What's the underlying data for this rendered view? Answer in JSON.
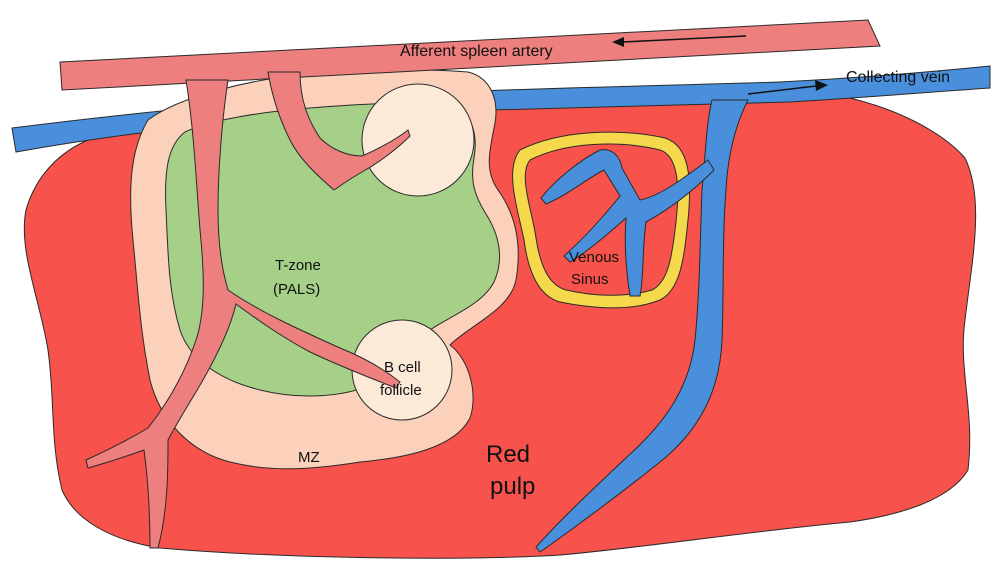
{
  "labels": {
    "artery": "Afferent spleen artery",
    "vein": "Collecting vein",
    "tzone_line1": "T-zone",
    "tzone_line2": "(PALS)",
    "bcell_line1": "B cell",
    "bcell_line2": "follicle",
    "sinus_line1": "Venous",
    "sinus_line2": "Sinus",
    "mz": "MZ",
    "redpulp_line1": "Red",
    "redpulp_line2": "pulp"
  },
  "colors": {
    "red_pulp": "#f7534c",
    "marginal_zone": "#fbd1bc",
    "t_zone": "#a6cf88",
    "follicle": "#fcead9",
    "artery": "#ee7f7f",
    "vein": "#4a8fdb",
    "sinus_ring": "#f6d84c",
    "outline": "#2a2a2a"
  }
}
